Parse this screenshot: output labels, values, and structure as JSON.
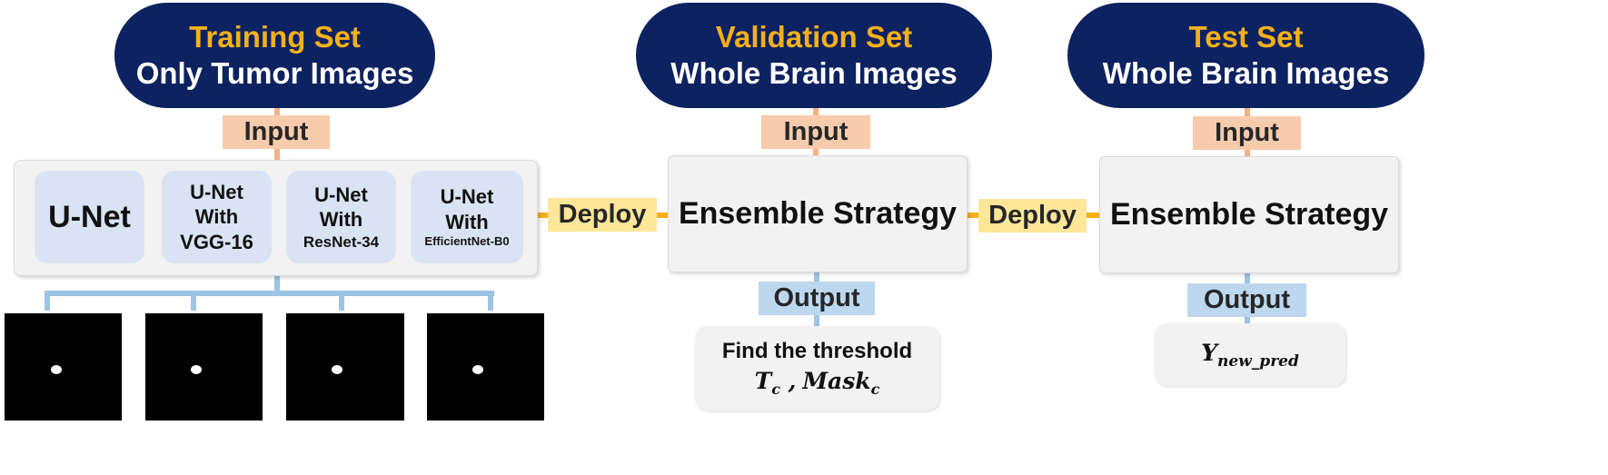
{
  "training": {
    "title": "Training Set",
    "subtitle": "Only Tumor Images"
  },
  "validation": {
    "title": "Validation Set",
    "subtitle": "Whole Brain Images"
  },
  "test": {
    "title": "Test Set",
    "subtitle": "Whole Brain Images"
  },
  "labels": {
    "input": "Input",
    "output": "Output",
    "deploy": "Deploy",
    "ensemble": "Ensemble Strategy"
  },
  "models": [
    {
      "line1": "U-Net"
    },
    {
      "line1": "U-Net",
      "line2": "With",
      "line3": "VGG-16"
    },
    {
      "line1": "U-Net",
      "line2": "With",
      "line3": "ResNet-34"
    },
    {
      "line1": "U-Net",
      "line2": "With",
      "line3": "EfficientNet-B0"
    }
  ],
  "validation_output": {
    "line1": "Find the threshold",
    "t_symbol": "T",
    "t_sub": "c",
    "separator": " ,",
    "mask_symbol": "Mask",
    "mask_sub": "c"
  },
  "test_output": {
    "symbol": "Y",
    "sub": "new_pred"
  },
  "colors": {
    "pill": "#0d2260",
    "pill_title": "#f5b01a",
    "input_tag": "#f8cbad",
    "output_tag": "#bdd7ee",
    "deploy_tag": "#ffe699",
    "model_box": "#dae3f3",
    "panel": "#f2f2f2",
    "connector_orange": "#f5b01a",
    "connector_blue": "#9dc3e6"
  }
}
